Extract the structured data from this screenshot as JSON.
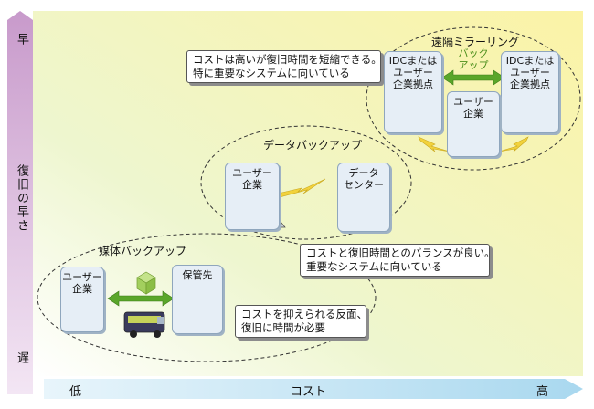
{
  "axes": {
    "y_top": "早",
    "y_label": "復旧の早さ",
    "y_bottom": "遅",
    "x_left": "低",
    "x_label": "コスト",
    "x_right": "高"
  },
  "media_backup": {
    "title": "媒体バックアップ",
    "user_label_1": "ユーザー",
    "user_label_2": "企業",
    "storage_label": "保管先",
    "note_line1": "コストを抑えられる反面、",
    "note_line2": "復旧に時間が必要"
  },
  "data_backup": {
    "title": "データバックアップ",
    "user_label_1": "ユーザー",
    "user_label_2": "企業",
    "dc_label_1": "データ",
    "dc_label_2": "センター",
    "note_line1": "コストと復旧時間とのバランスが良い。",
    "note_line2": "重要なシステムに向いている"
  },
  "remote_mirroring": {
    "title": "遠隔ミラーリング",
    "site_left_1": "IDCまたは",
    "site_left_2": "ユーザー",
    "site_left_3": "企業拠点",
    "site_right_1": "IDCまたは",
    "site_right_2": "ユーザー",
    "site_right_3": "企業拠点",
    "backup_1": "バック",
    "backup_2": "アップ",
    "user_label_1": "ユーザー",
    "user_label_2": "企業",
    "note_line1": "コストは高いが復旧時間を短縮できる。",
    "note_line2": "特に重要なシステムに向いている"
  },
  "colors": {
    "y_axis_arrow": "#d9b3dc",
    "x_axis_arrow": "#bfe2f3",
    "background_left": "#eef6cf",
    "background_right": "#fbf6b8",
    "green_arrow": "#5aa62a",
    "lightning": "#f2d23c"
  }
}
